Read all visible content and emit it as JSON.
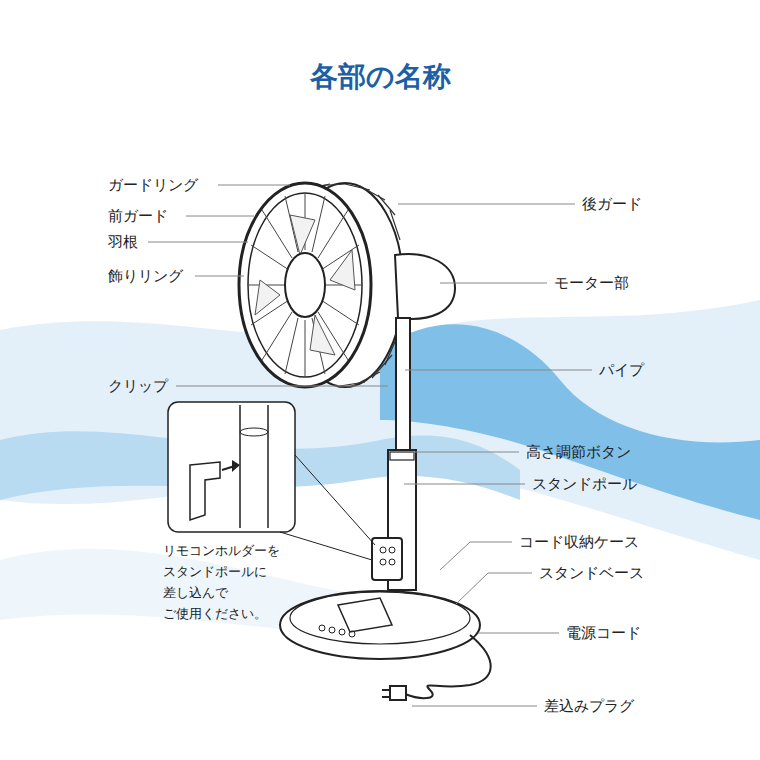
{
  "diagram": {
    "title": "各部の名称",
    "labels": [
      "ガードリング",
      "前ガード",
      "羽根",
      "飾りリング",
      "クリップ",
      "後ガード",
      "モーター部",
      "パイプ",
      "高さ調節ボタン",
      "スタンドポール",
      "コード収納ケース",
      "スタンドベース",
      "電源コード",
      "差込みプラグ",
      "リモコンホルダーを スタンドポールに 差し込んで ご使用ください。"
    ]
  }
}
